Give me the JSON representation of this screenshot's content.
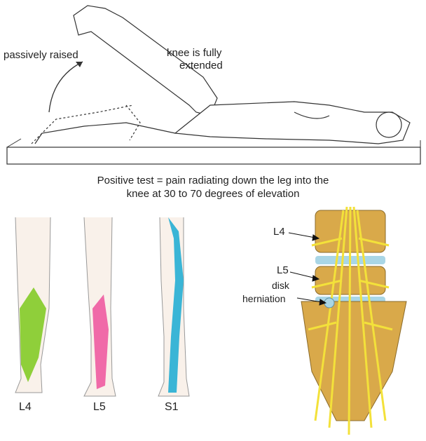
{
  "labels": {
    "passively_raised": "passively raised",
    "knee_line1": "knee is fully",
    "knee_line2": "extended",
    "caption_line1": "Positive test = pain radiating down the leg into the",
    "caption_line2": "knee at 30 to 70 degrees of elevation",
    "dermatome_l4": "L4",
    "dermatome_l5": "L5",
    "dermatome_s1": "S1",
    "spine_l4": "L4",
    "spine_l5": "L5",
    "disk_line1": "disk",
    "disk_line2": "herniation"
  },
  "colors": {
    "l4": "#8fcf3a",
    "l5": "#f06aa8",
    "s1": "#3ab5d6",
    "bone": "#d9a94a",
    "nerve": "#f3e13a",
    "disk": "#a9d6e6"
  }
}
